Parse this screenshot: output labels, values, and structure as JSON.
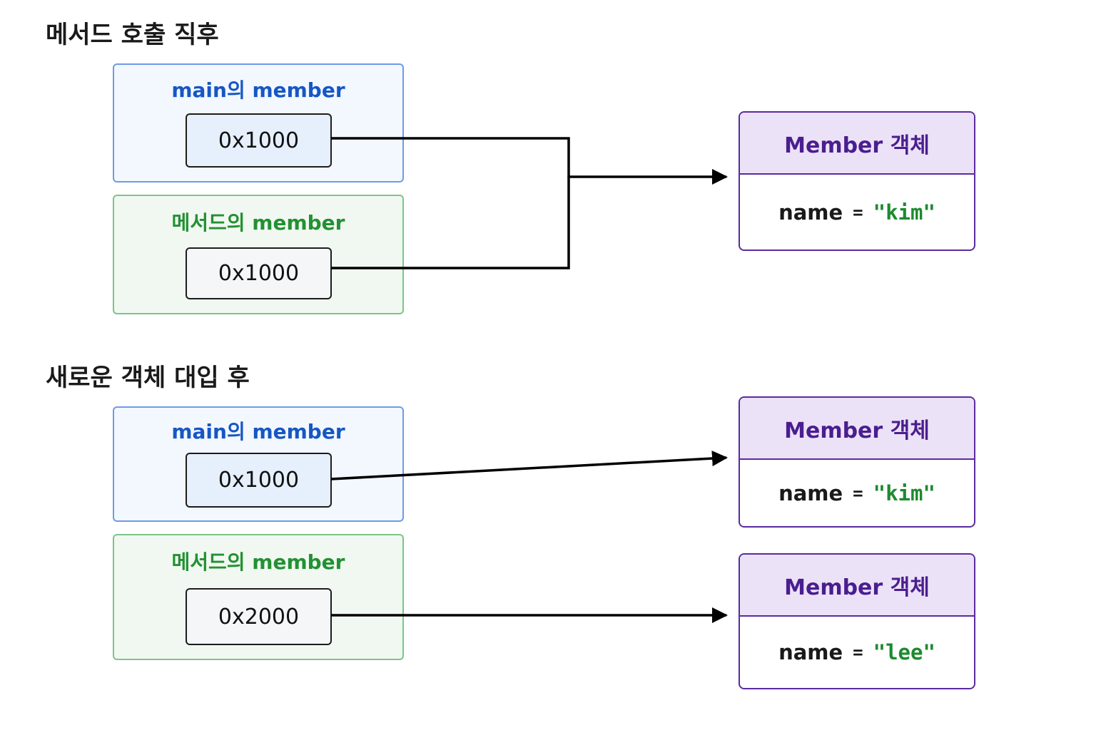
{
  "sections": [
    {
      "title": "메서드 호출 직후",
      "main_ref": {
        "label": "main의 member",
        "address": "0x1000"
      },
      "method_ref": {
        "label": "메서드의 member",
        "address": "0x1000"
      },
      "objects": [
        {
          "header": "Member 객체",
          "field": "name",
          "operator": "=",
          "value": "\"kim\""
        }
      ]
    },
    {
      "title": "새로운 객체 대입 후",
      "main_ref": {
        "label": "main의 member",
        "address": "0x1000"
      },
      "method_ref": {
        "label": "메서드의 member",
        "address": "0x2000"
      },
      "objects": [
        {
          "header": "Member 객체",
          "field": "name",
          "operator": "=",
          "value": "\"kim\""
        },
        {
          "header": "Member 객체",
          "field": "name",
          "operator": "=",
          "value": "\"lee\""
        }
      ]
    }
  ],
  "colors": {
    "main_accent": "#1557c4",
    "method_accent": "#229133",
    "object_accent": "#4a1e8f",
    "string_value": "#1d8a2f",
    "arrow": "#000000"
  }
}
